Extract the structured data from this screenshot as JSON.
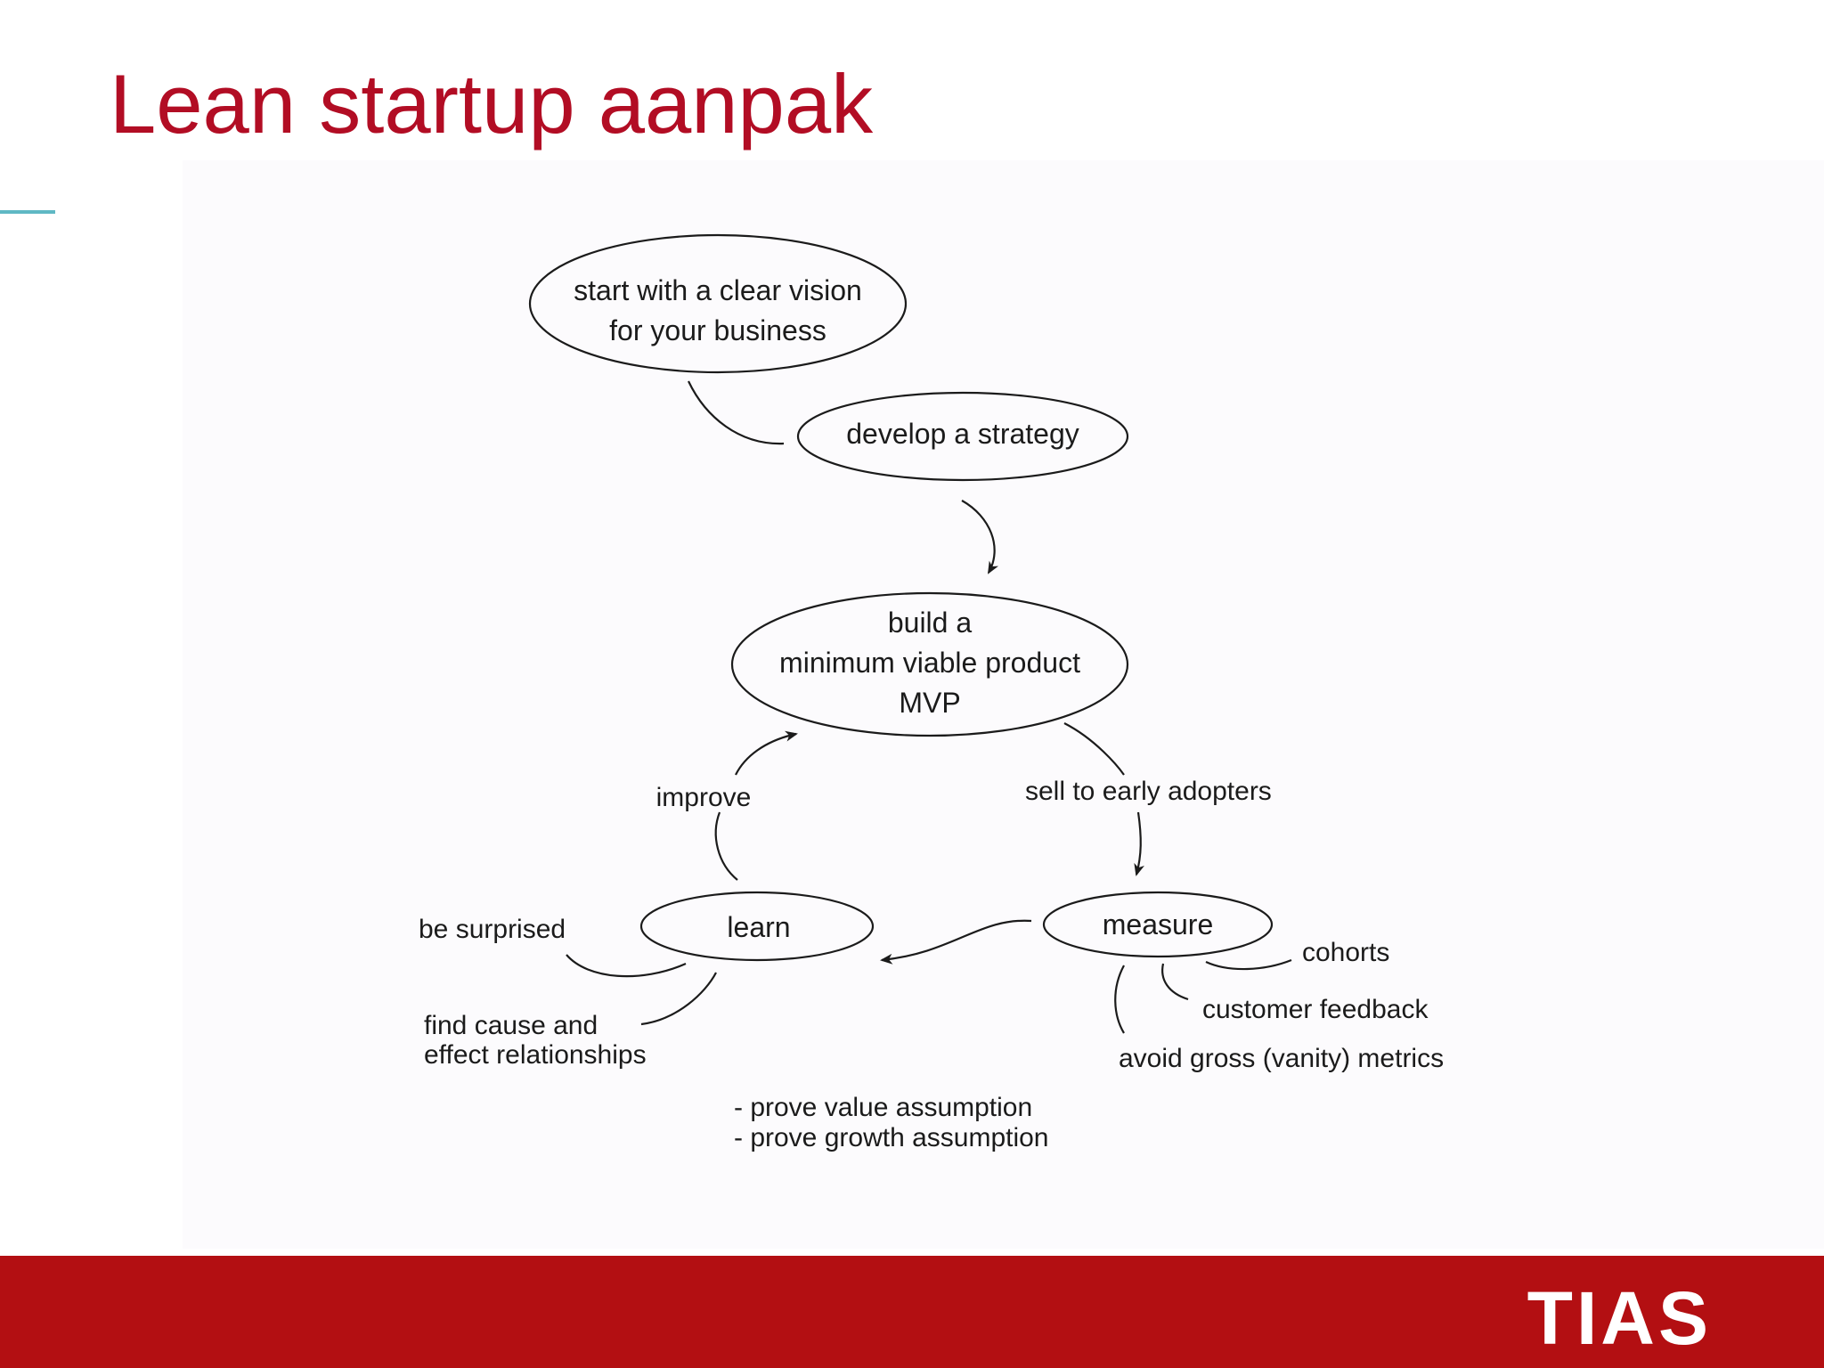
{
  "slide": {
    "title": "Lean startup aanpak",
    "title_color": "#b20d24",
    "accent_color": "#5fb8c4",
    "footer_color": "#b30f12"
  },
  "diagram": {
    "nodes": {
      "vision": {
        "line1": "start with a clear vision",
        "line2": "for your business"
      },
      "strategy": {
        "label": "develop a strategy"
      },
      "mvp": {
        "line1": "build a",
        "line2": "minimum viable product",
        "line3": "MVP"
      },
      "learn": {
        "label": "learn"
      },
      "measure": {
        "label": "measure"
      }
    },
    "labels": {
      "improve": "improve",
      "sell": "sell to early adopters",
      "be_surprised": "be surprised",
      "cause_line1": "find cause and",
      "cause_line2": "effect relationships",
      "cohorts": "cohorts",
      "customer_feedback": "customer feedback",
      "vanity": "avoid gross (vanity) metrics",
      "prove_value": "- prove value assumption",
      "prove_growth": "- prove growth assumption"
    }
  },
  "footer": {
    "logo": "TIAS"
  }
}
